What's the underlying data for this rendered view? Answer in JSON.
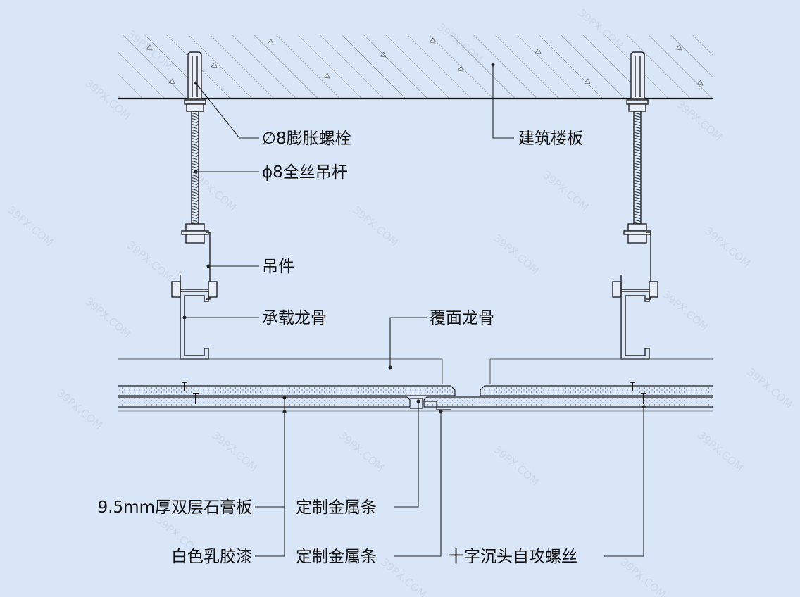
{
  "labels": {
    "expansion_bolt": "∅8膨胀螺栓",
    "threaded_rod": "ϕ8全丝吊杆",
    "hanger": "吊件",
    "main_keel": "承载龙骨",
    "building_slab": "建筑楼板",
    "cover_keel": "覆面龙骨",
    "gypsum_board": "9.5mm厚双层石膏板",
    "latex_paint": "白色乳胶漆",
    "metal_strip_1": "定制金属条",
    "metal_strip_2": "定制金属条",
    "screw": "十字沉头自攻螺丝"
  },
  "watermark": "39PX.COM",
  "colors": {
    "background": "#d9e6f7",
    "line": "#222222",
    "watermark": "#c9d8ec"
  }
}
